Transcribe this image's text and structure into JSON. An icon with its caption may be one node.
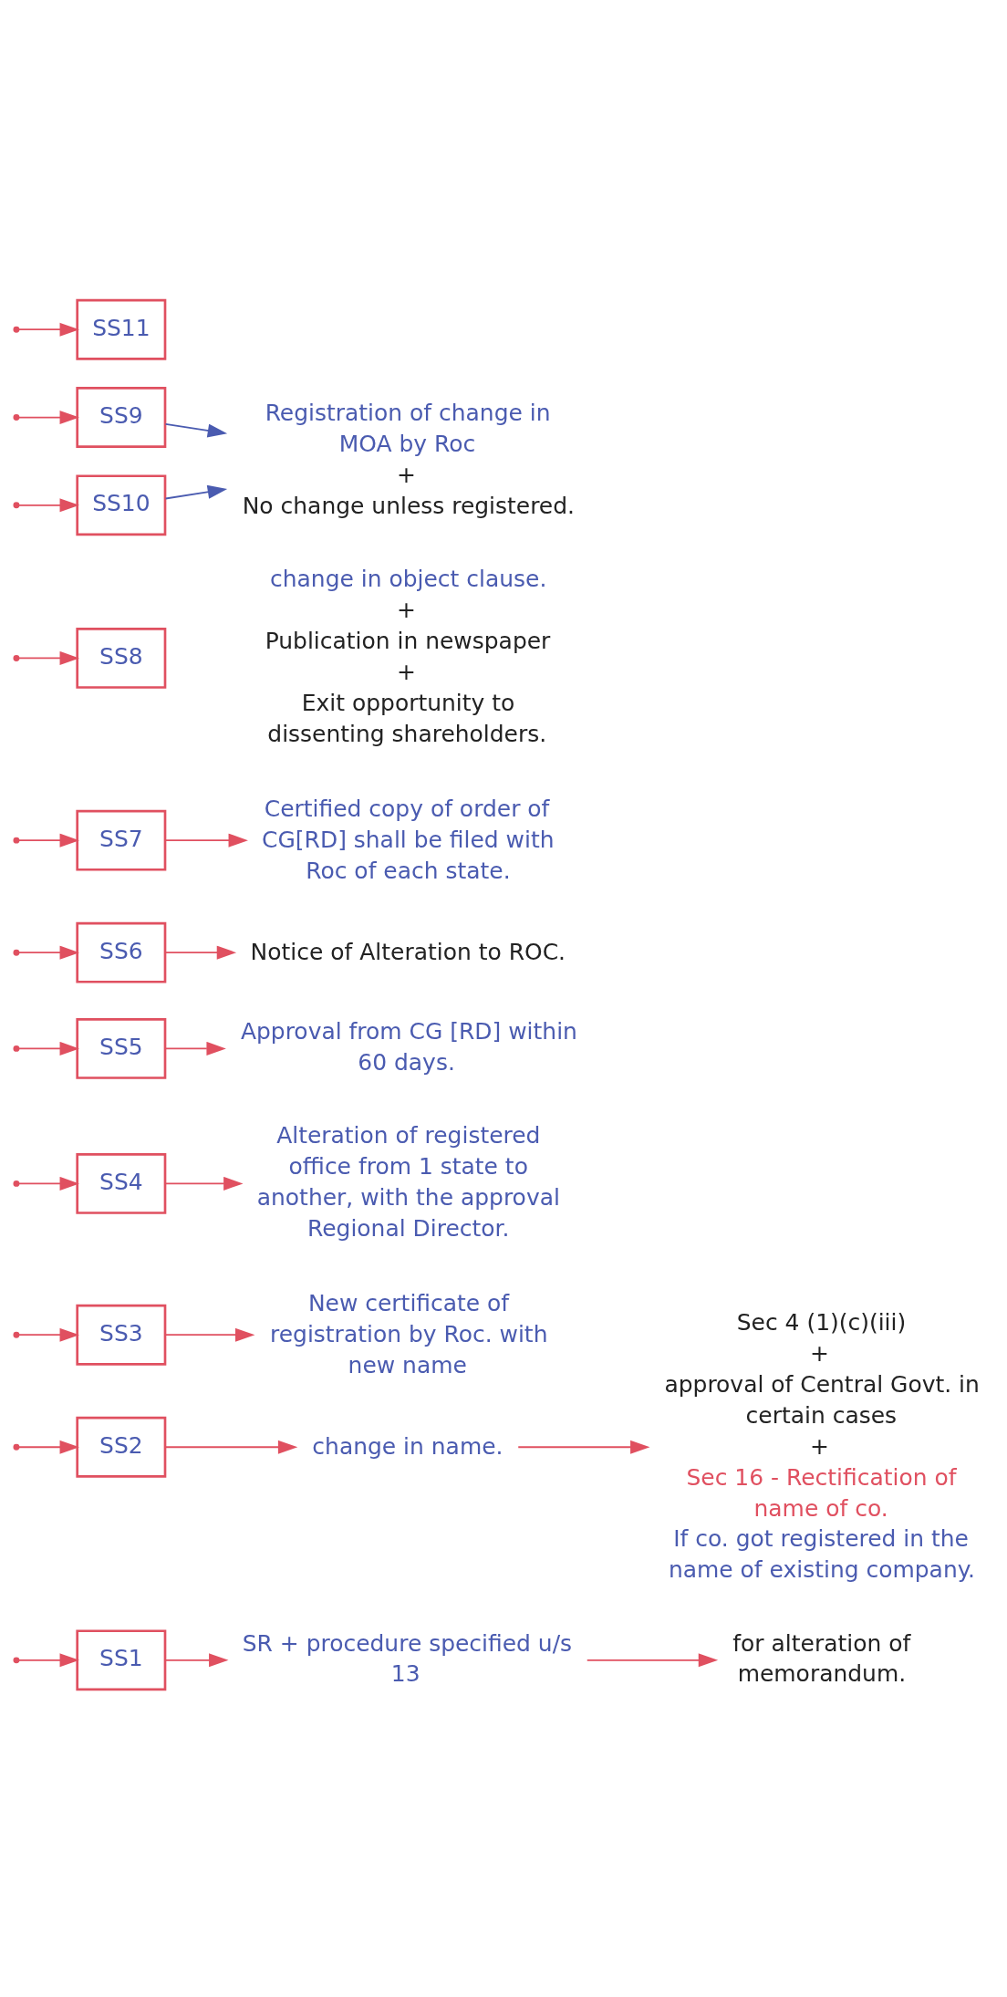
{
  "diagram": {
    "nodes": [
      {
        "text": [
          "SS1"
        ]
      },
      {
        "text": [
          "SR + procedure specified u/s 13"
        ]
      },
      {
        "text": [
          "for alteration of memorandum."
        ]
      },
      {
        "text": [
          "SS2"
        ]
      },
      {
        "text": [
          "change in name."
        ]
      },
      {
        "text": [
          "Sec 4 (1)(c)(iii)",
          "+",
          "approval of Central Govt. in certain cases",
          "+",
          "Sec 16 - Rectification of name of co.",
          "If co. got registered in the name of existing company."
        ]
      },
      {
        "text": [
          "SS3"
        ]
      },
      {
        "text": [
          "New certificate of registration by Roc. with new name"
        ]
      },
      {
        "text": [
          "SS4"
        ]
      },
      {
        "text": [
          "Alteration of registered office from 1 state to another, with the approval Regional Director."
        ]
      },
      {
        "text": [
          "SS5"
        ]
      },
      {
        "text": [
          "Approval from CG [RD] within 60 days."
        ]
      },
      {
        "text": [
          "SS6"
        ]
      },
      {
        "text": [
          "Notice of Alteration to ROC."
        ]
      },
      {
        "text": [
          "SS7"
        ]
      },
      {
        "text": [
          "Certified copy of order of CG[RD] shall be filed with Roc of each state."
        ]
      },
      {
        "text": [
          "SS8"
        ],
        "beside": [
          "change in object clause.",
          "+",
          "Publication in newspaper",
          "+",
          "Exit opportunity to dissenting shareholders."
        ]
      },
      {
        "text": [
          "SS9"
        ]
      },
      {
        "text": [
          "SS10"
        ]
      },
      {
        "text": [
          "Registration of change in MOA by Roc",
          "+",
          "No change unless registered."
        ]
      },
      {
        "text": [
          "SS11"
        ]
      }
    ],
    "edges": [
      {
        "from": null,
        "to": 0,
        "arrow": "to"
      },
      {
        "from": 0,
        "to": 1,
        "arrow": "to"
      },
      {
        "from": 1,
        "to": 2,
        "arrow": "to"
      },
      {
        "from": null,
        "to": 3,
        "arrow": "to"
      },
      {
        "from": 3,
        "to": 4,
        "arrow": "to"
      },
      {
        "from": 4,
        "to": 5,
        "arrow": "to"
      },
      {
        "from": null,
        "to": 6,
        "arrow": "to"
      },
      {
        "from": 6,
        "to": 7,
        "arrow": "to"
      },
      {
        "from": null,
        "to": 8,
        "arrow": "to"
      },
      {
        "from": 8,
        "to": 9,
        "arrow": "to"
      },
      {
        "from": null,
        "to": 10,
        "arrow": "to"
      },
      {
        "from": 10,
        "to": 11,
        "arrow": "to"
      },
      {
        "from": null,
        "to": 12,
        "arrow": "to"
      },
      {
        "from": 12,
        "to": 13,
        "arrow": "to"
      },
      {
        "from": null,
        "to": 14,
        "arrow": "to"
      },
      {
        "from": 14,
        "to": 15,
        "arrow": "to"
      },
      {
        "from": null,
        "to": 16,
        "arrow": "to"
      },
      {
        "from": null,
        "to": 17,
        "arrow": "to"
      },
      {
        "from": null,
        "to": 18,
        "arrow": "to"
      },
      {
        "from": 17,
        "to": 19,
        "arrow": "to",
        "color": "#4a5bb0"
      },
      {
        "from": 18,
        "to": 19,
        "arrow": "to",
        "color": "#4a5bb0"
      },
      {
        "from": null,
        "to": 20,
        "arrow": "to"
      }
    ]
  }
}
